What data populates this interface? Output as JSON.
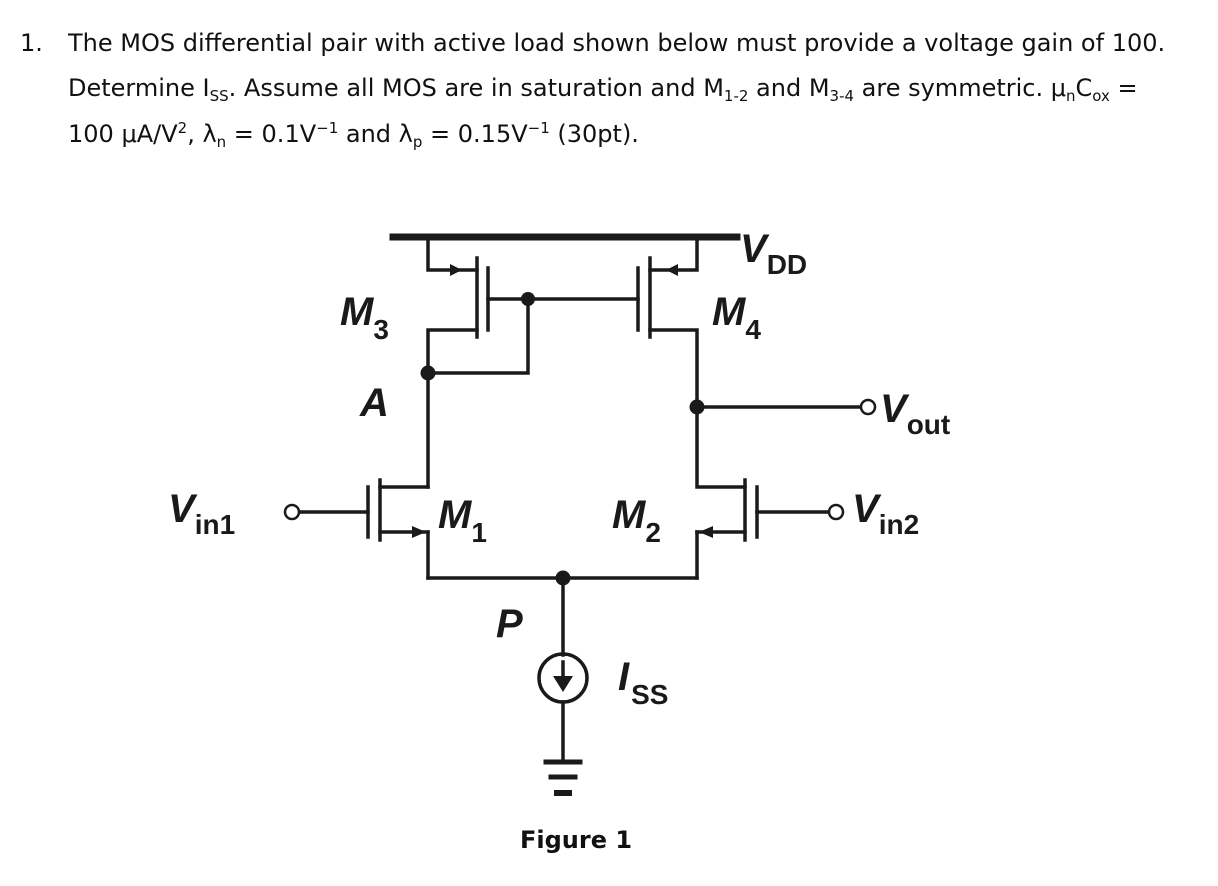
{
  "problem": {
    "number": "1.",
    "line1": "The MOS differential pair with active load shown below must provide a voltage gain of 100.",
    "line2_a": "Determine I",
    "line2_a_sub": "SS",
    "line2_b": ". Assume all MOS are in saturation and M",
    "line2_b_sub": "1-2",
    "line2_c": " and M",
    "line2_c_sub": "3-4",
    "line2_d": " are symmetric. μ",
    "line2_d_sub": "n",
    "line2_e": "C",
    "line2_e_sub": "ox",
    "line2_f": " =",
    "line3_a": "100 μA/V",
    "line3_a_sup": "2",
    "line3_b": ", λ",
    "line3_b_sub": "n",
    "line3_c": " = 0.1V",
    "line3_c_sup": "−1",
    "line3_d": " and λ",
    "line3_d_sub": "p",
    "line3_e": " = 0.15V",
    "line3_e_sup": "−1",
    "line3_f": " (30pt)."
  },
  "circuit": {
    "vdd_main": "V",
    "vdd_sub": "DD",
    "m3_main": "M",
    "m3_sub": "3",
    "m4_main": "M",
    "m4_sub": "4",
    "m1_main": "M",
    "m1_sub": "1",
    "m2_main": "M",
    "m2_sub": "2",
    "node_a": "A",
    "node_p": "P",
    "vout_main": "V",
    "vout_sub": "out",
    "vin1_main": "V",
    "vin1_sub": "in1",
    "vin2_main": "V",
    "vin2_sub": "in2",
    "iss_main": "I",
    "iss_sub": "SS",
    "caption": "Figure 1"
  }
}
